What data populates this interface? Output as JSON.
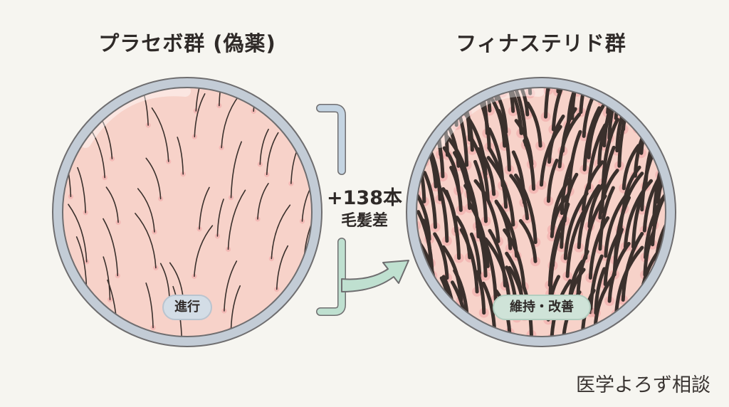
{
  "groups": {
    "placebo": {
      "title": "プラセボ群 (偽薬)",
      "status": "進行"
    },
    "finasteride": {
      "title": "フィナステリド群",
      "status": "維持・改善"
    }
  },
  "difference": {
    "value": "+138本",
    "label": "毛髪差"
  },
  "watermark": "医学よろず相談",
  "colors": {
    "skin": "#f6cfc6",
    "ring": "#c3ccd6",
    "hair": "#3a302c",
    "bracket_top": "#c4d4e2",
    "bracket_bottom": "#bfe0d0"
  }
}
